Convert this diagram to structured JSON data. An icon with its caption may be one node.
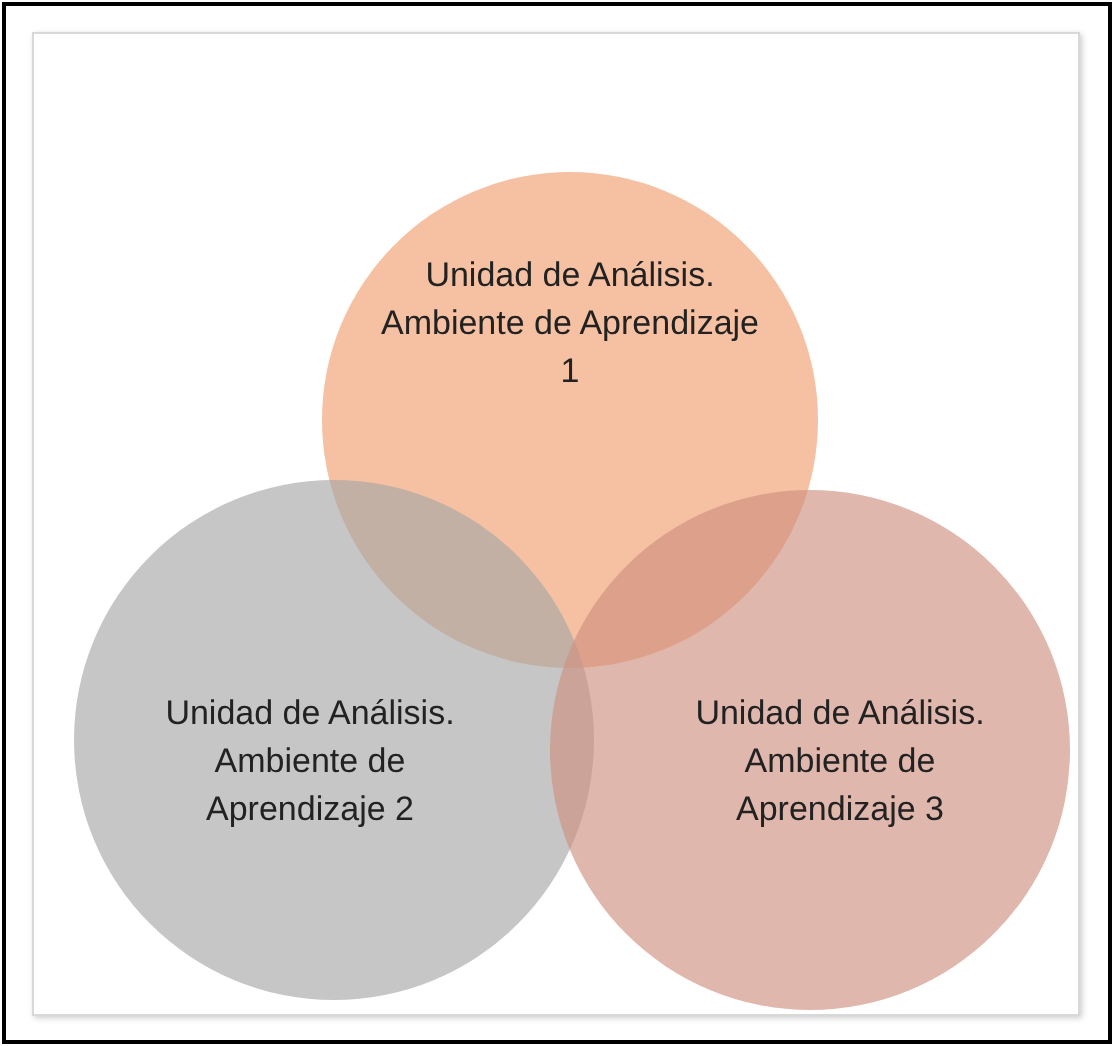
{
  "diagram": {
    "nodes": [
      {
        "text": [
          "Unidad de Análisis. Ambiente de Aprendizaje 1"
        ]
      },
      {
        "text": [
          "Unidad de Análisis. Ambiente de Aprendizaje 2"
        ]
      },
      {
        "text": [
          "Unidad de Análisis. Ambiente de Aprendizaje 3"
        ]
      }
    ]
  }
}
